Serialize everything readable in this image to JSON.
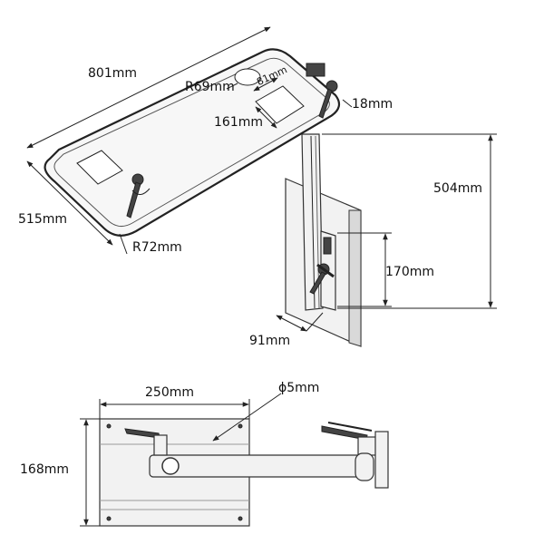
{
  "diagram": {
    "top_view_dimensions": {
      "length": "801mm",
      "hole_radius": "R69mm",
      "window_width": "81mm",
      "window_length": "161mm",
      "edge_thickness": "18mm",
      "pole_height": "504mm",
      "width": "515mm",
      "corner_radius": "R72mm",
      "bracket_height": "170mm",
      "bracket_depth": "91mm"
    },
    "bottom_view_dimensions": {
      "plate_width": "250mm",
      "hole_diameter": "ϕ5mm",
      "plate_height": "168mm"
    }
  }
}
